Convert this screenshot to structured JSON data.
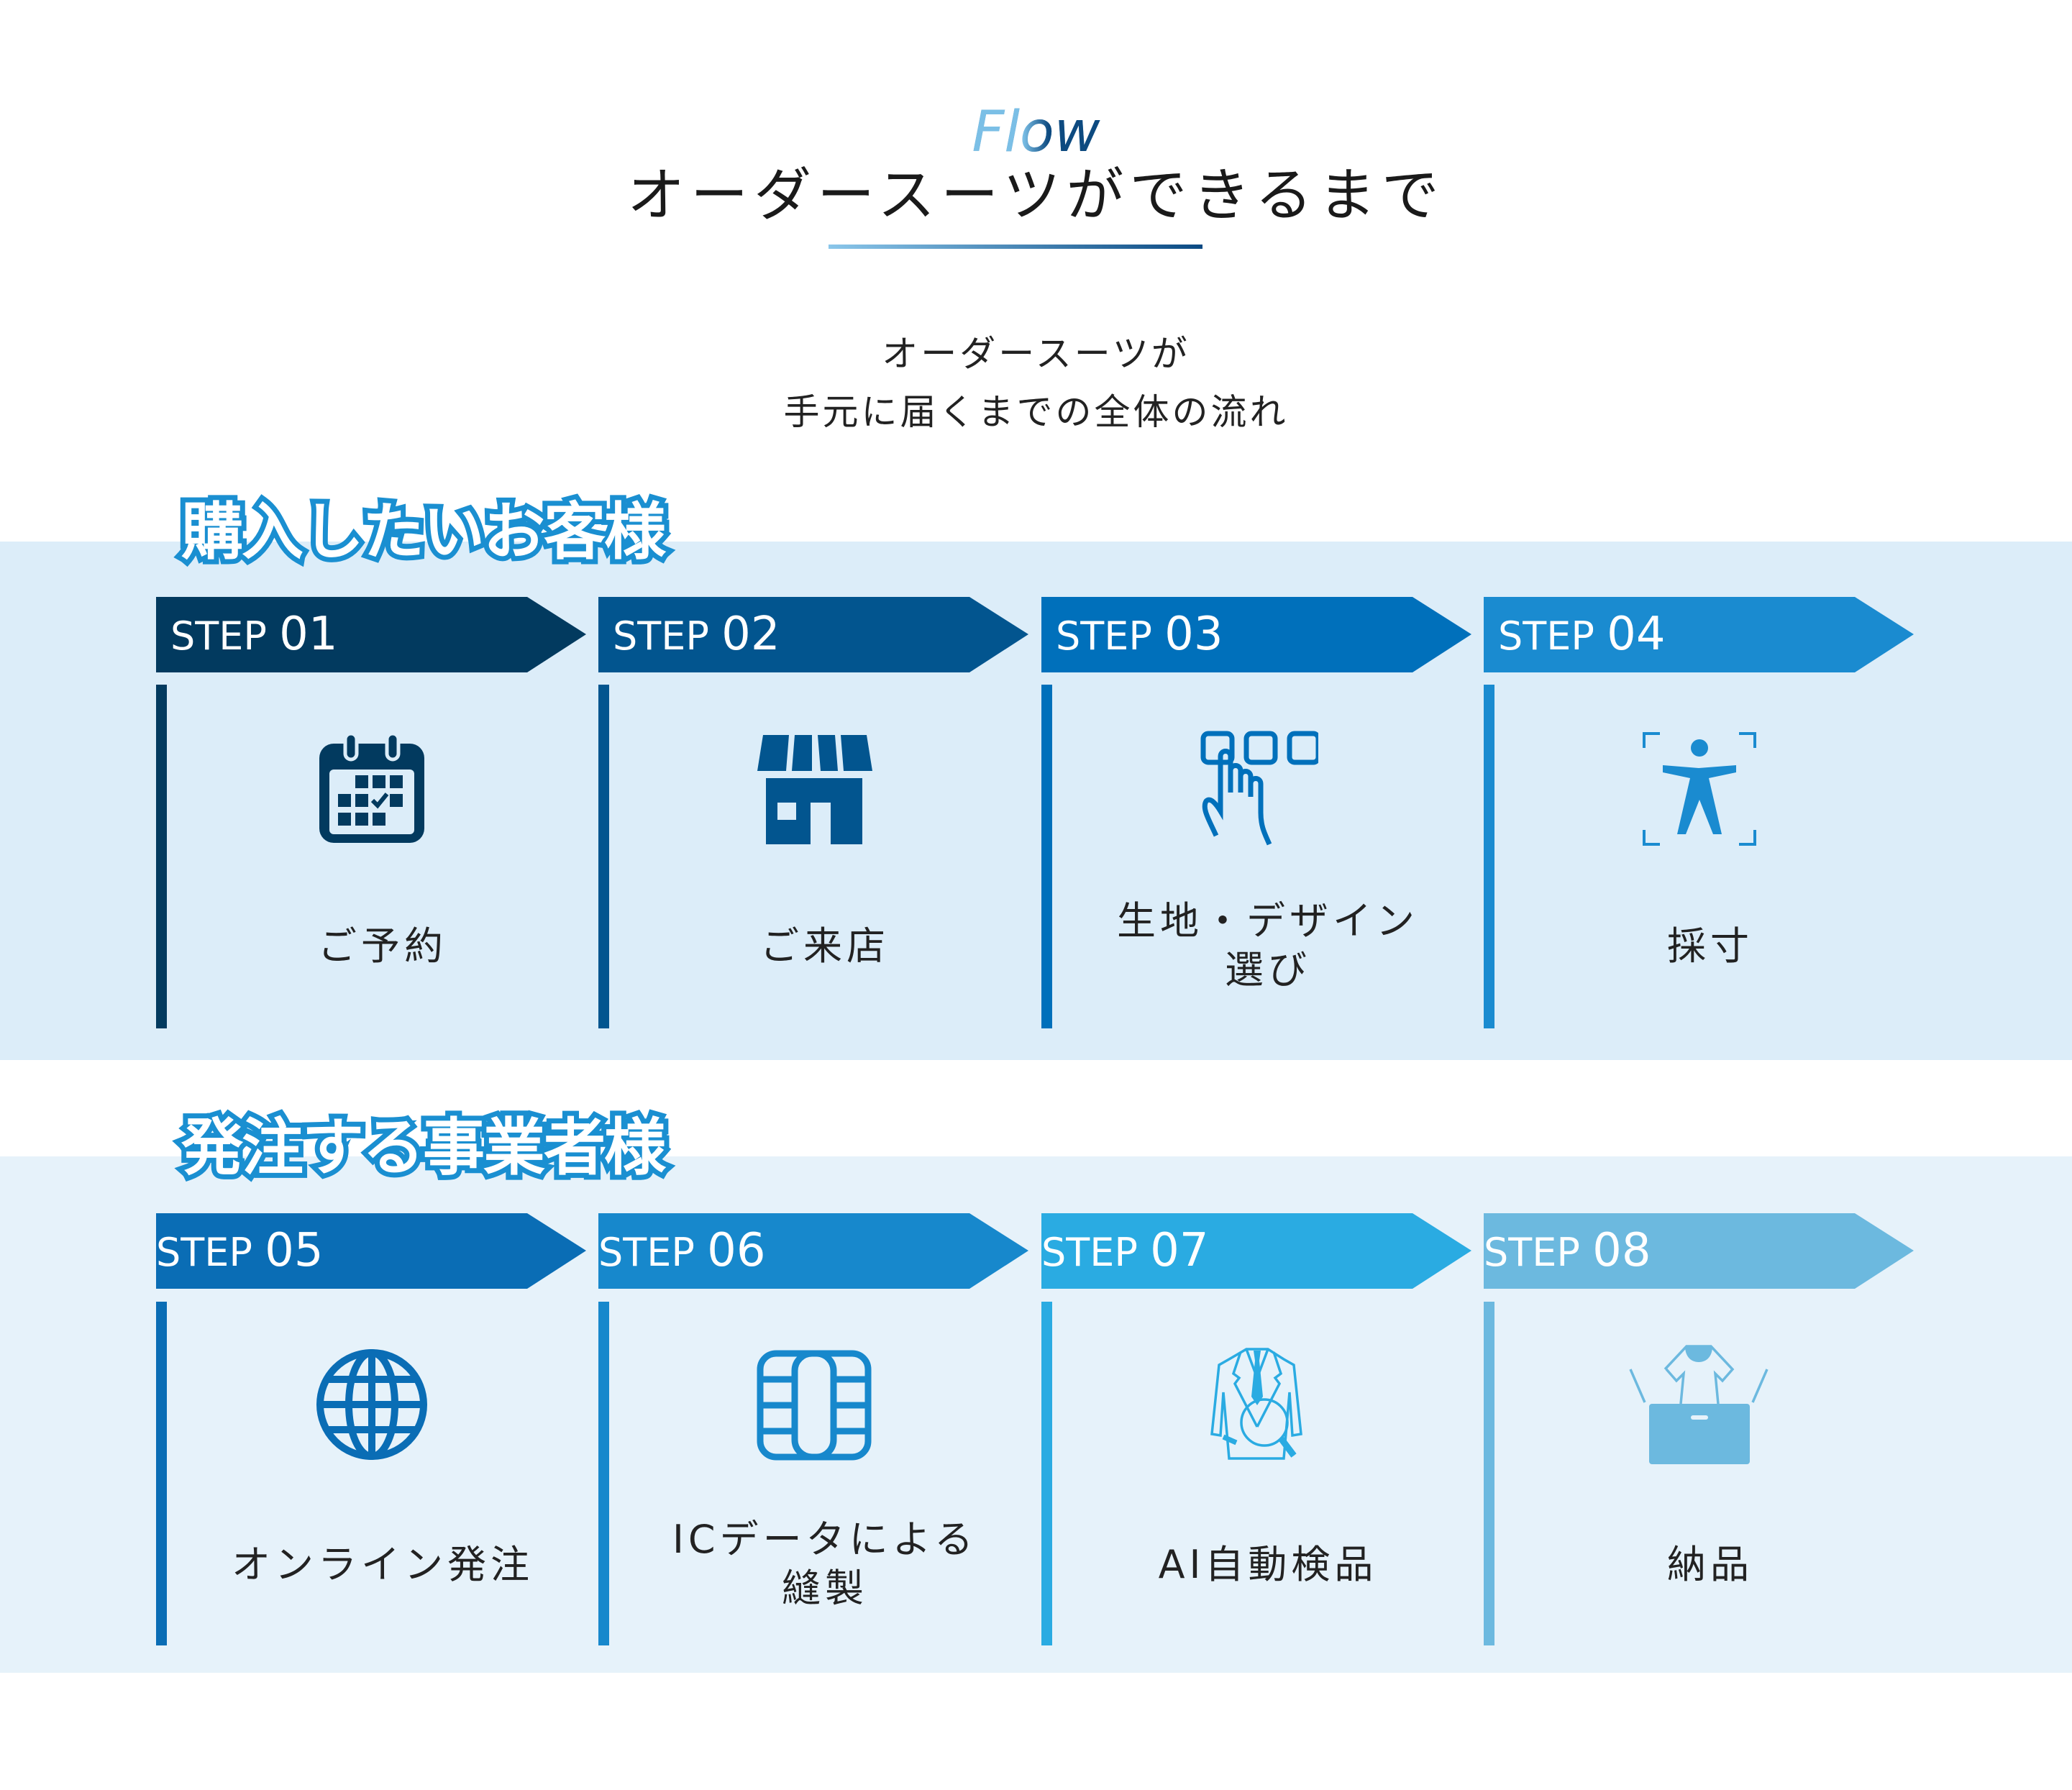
{
  "header": {
    "eyebrow": "Flow",
    "title": "オーダースーツができるまで",
    "subtitle_line1": "オーダースーツが",
    "subtitle_line2": "手元に届くまでの全体の流れ"
  },
  "sections": [
    {
      "heading": "購入したいお客様",
      "background": "#dcedf9",
      "steps": [
        {
          "prefix": "STEP",
          "number": "01",
          "label": "ご予約",
          "icon": "calendar-check-icon",
          "color": "#023a5f"
        },
        {
          "prefix": "STEP",
          "number": "02",
          "label": "ご来店",
          "icon": "store-icon",
          "color": "#02558f"
        },
        {
          "prefix": "STEP",
          "number": "03",
          "label": "生地・デザイン",
          "label2": "選び",
          "icon": "hand-select-icon",
          "color": "#0070bb"
        },
        {
          "prefix": "STEP",
          "number": "04",
          "label": "採寸",
          "icon": "body-measure-icon",
          "color": "#1a8bd0"
        }
      ]
    },
    {
      "heading": "発注する事業者様",
      "background": "#e6f2fa",
      "steps": [
        {
          "prefix": "STEP",
          "number": "05",
          "label": "オンライン発注",
          "icon": "globe-icon",
          "color": "#0a6db5"
        },
        {
          "prefix": "STEP",
          "number": "06",
          "label": "ICデータによる",
          "label2": "縫製",
          "icon": "ic-chip-icon",
          "color": "#1788cc"
        },
        {
          "prefix": "STEP",
          "number": "07",
          "label": "AI自動検品",
          "icon": "suit-inspect-icon",
          "color": "#2aabe2"
        },
        {
          "prefix": "STEP",
          "number": "08",
          "label": "納品",
          "icon": "delivery-box-icon",
          "color": "#6cb9df"
        }
      ]
    }
  ]
}
